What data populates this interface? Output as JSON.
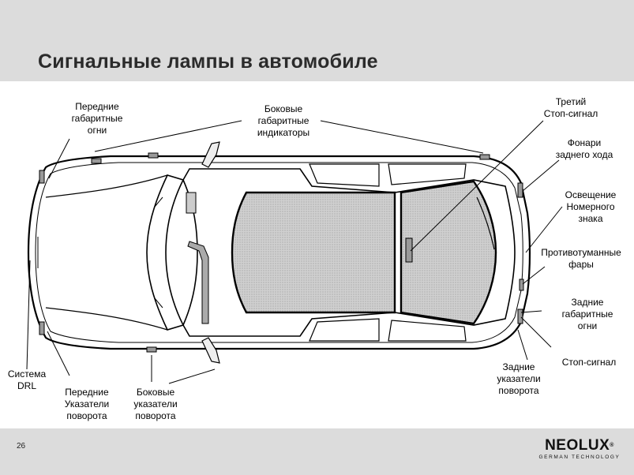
{
  "header": {
    "title": "Сигнальные лампы в автомобиле"
  },
  "labels": {
    "front_position": "Передние\nгабаритные\nогни",
    "side_markers": "Боковые\nгабаритные\nиндикаторы",
    "third_brake": "Третий\nСтоп-сигнал",
    "reverse": "Фонари\nзаднего хода",
    "plate": "Освещение\nНомерного\nзнака",
    "fog": "Противотуманные\nфары",
    "rear_position": "Задние\nгабаритные\nогни",
    "brake": "Стоп-сигнал",
    "rear_turn": "Задние\nуказатели\nповорота",
    "side_turn": "Боковые\nуказатели\nповорота",
    "front_turn": "Передние\nУказатели\nповорота",
    "drl": "Система\nDRL"
  },
  "footer": {
    "page_number": "26",
    "brand": "NEOLUX",
    "brand_mark": "®",
    "tagline": "GERMAN TECHNOLOGY"
  },
  "colors": {
    "header_band": "#dcdcdc",
    "glass": "#c9c9c9",
    "lamp": "#9a9a9a"
  }
}
